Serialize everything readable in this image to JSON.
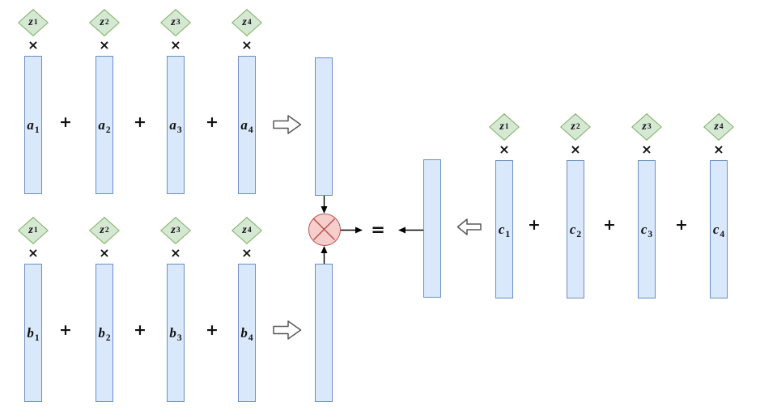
{
  "operators": {
    "times": "×",
    "plus": "+",
    "equals": "="
  },
  "colors": {
    "bar_fill": "#dae8fc",
    "bar_border": "#6c8ebf",
    "diamond_fill": "#d5e8d4",
    "diamond_border": "#82b366",
    "product_circle_fill": "#f8cecc",
    "product_circle_border": "#b85450",
    "hollow_arrow_outline": "#595959",
    "connector_color": "#000000"
  },
  "groups": {
    "a": {
      "cols": [
        {
          "w": "z",
          "ws": "1",
          "v": "a",
          "vs": "1"
        },
        {
          "w": "z",
          "ws": "2",
          "v": "a",
          "vs": "2"
        },
        {
          "w": "z",
          "ws": "3",
          "v": "a",
          "vs": "3"
        },
        {
          "w": "z",
          "ws": "4",
          "v": "a",
          "vs": "4"
        }
      ]
    },
    "b": {
      "cols": [
        {
          "w": "z",
          "ws": "1",
          "v": "b",
          "vs": "1"
        },
        {
          "w": "z",
          "ws": "2",
          "v": "b",
          "vs": "2"
        },
        {
          "w": "z",
          "ws": "3",
          "v": "b",
          "vs": "3"
        },
        {
          "w": "z",
          "ws": "4",
          "v": "b",
          "vs": "4"
        }
      ]
    },
    "c": {
      "cols": [
        {
          "w": "z",
          "ws": "1",
          "v": "c",
          "vs": "1"
        },
        {
          "w": "z",
          "ws": "2",
          "v": "c",
          "vs": "2"
        },
        {
          "w": "z",
          "ws": "3",
          "v": "c",
          "vs": "3"
        },
        {
          "w": "z",
          "ws": "4",
          "v": "c",
          "vs": "4"
        }
      ]
    }
  }
}
